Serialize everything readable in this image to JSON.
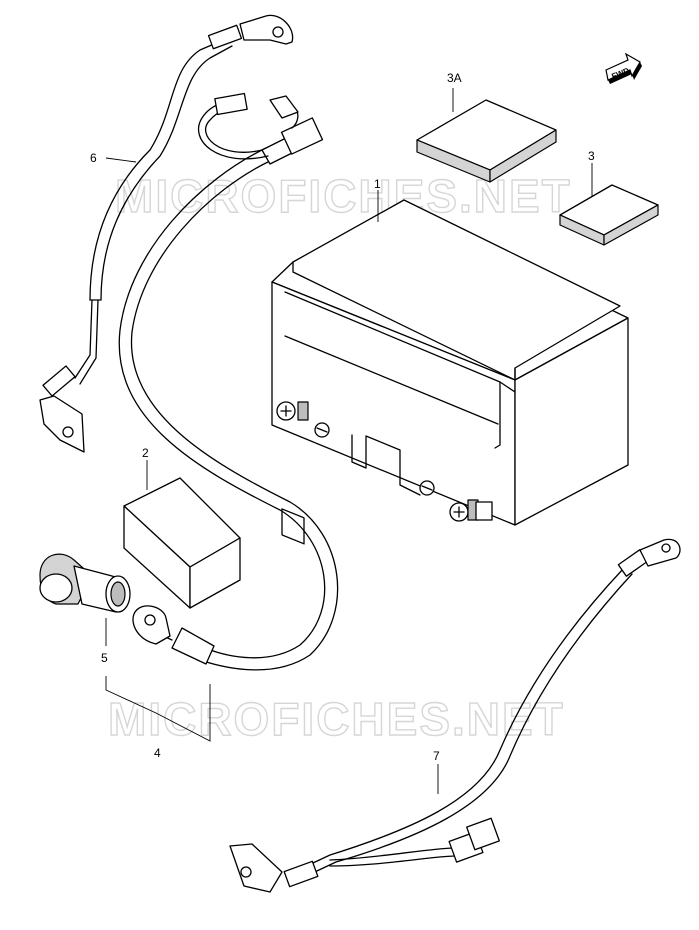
{
  "diagram": {
    "watermark_text": "MICROFICHES.NET",
    "fwd_label": "FWD",
    "callouts": {
      "battery": "1",
      "battery_cover_pad": "2",
      "spacer_3": "3",
      "spacer_3a": "3A",
      "harness_4": "4",
      "terminal_cap": "5",
      "lead_wire_6": "6",
      "ground_wire_7": "7"
    }
  }
}
